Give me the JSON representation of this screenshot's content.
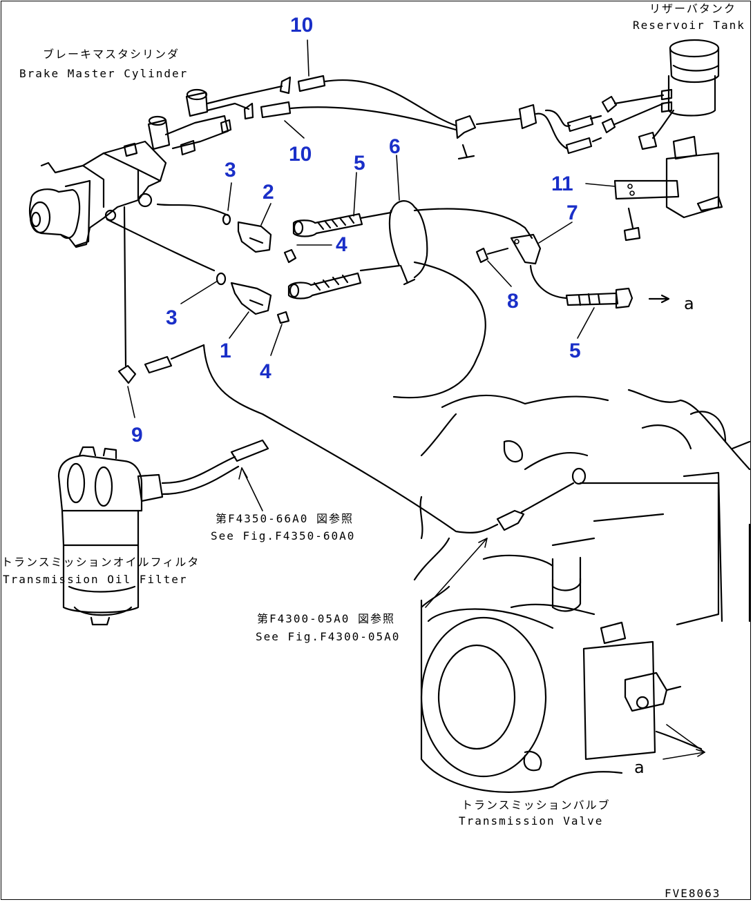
{
  "labels": {
    "brake_master_jp": "ブレーキマスタシリンダ",
    "brake_master_en": "Brake Master Cylinder",
    "reservoir_jp": "リザーバタンク",
    "reservoir_en": "Reservoir Tank",
    "oil_filter_jp": "トランスミッションオイルフィルタ",
    "oil_filter_en": "Transmission Oil Filter",
    "valve_jp": "トランスミッションバルブ",
    "valve_en": "Transmission Valve",
    "ref_fig1_jp": "第F4350-66A0 図参照",
    "ref_fig1_en": "See Fig.F4350-60A0",
    "ref_fig2_jp": "第F4300-05A0 図参照",
    "ref_fig2_en": "See Fig.F4300-05A0",
    "letter_a_1": "a",
    "letter_a_2": "a",
    "drawing_code": "FVE8063"
  },
  "callouts": [
    "10",
    "10",
    "5",
    "6",
    "3",
    "2",
    "4",
    "11",
    "7",
    "3",
    "1",
    "8",
    "4",
    "5",
    "9"
  ]
}
